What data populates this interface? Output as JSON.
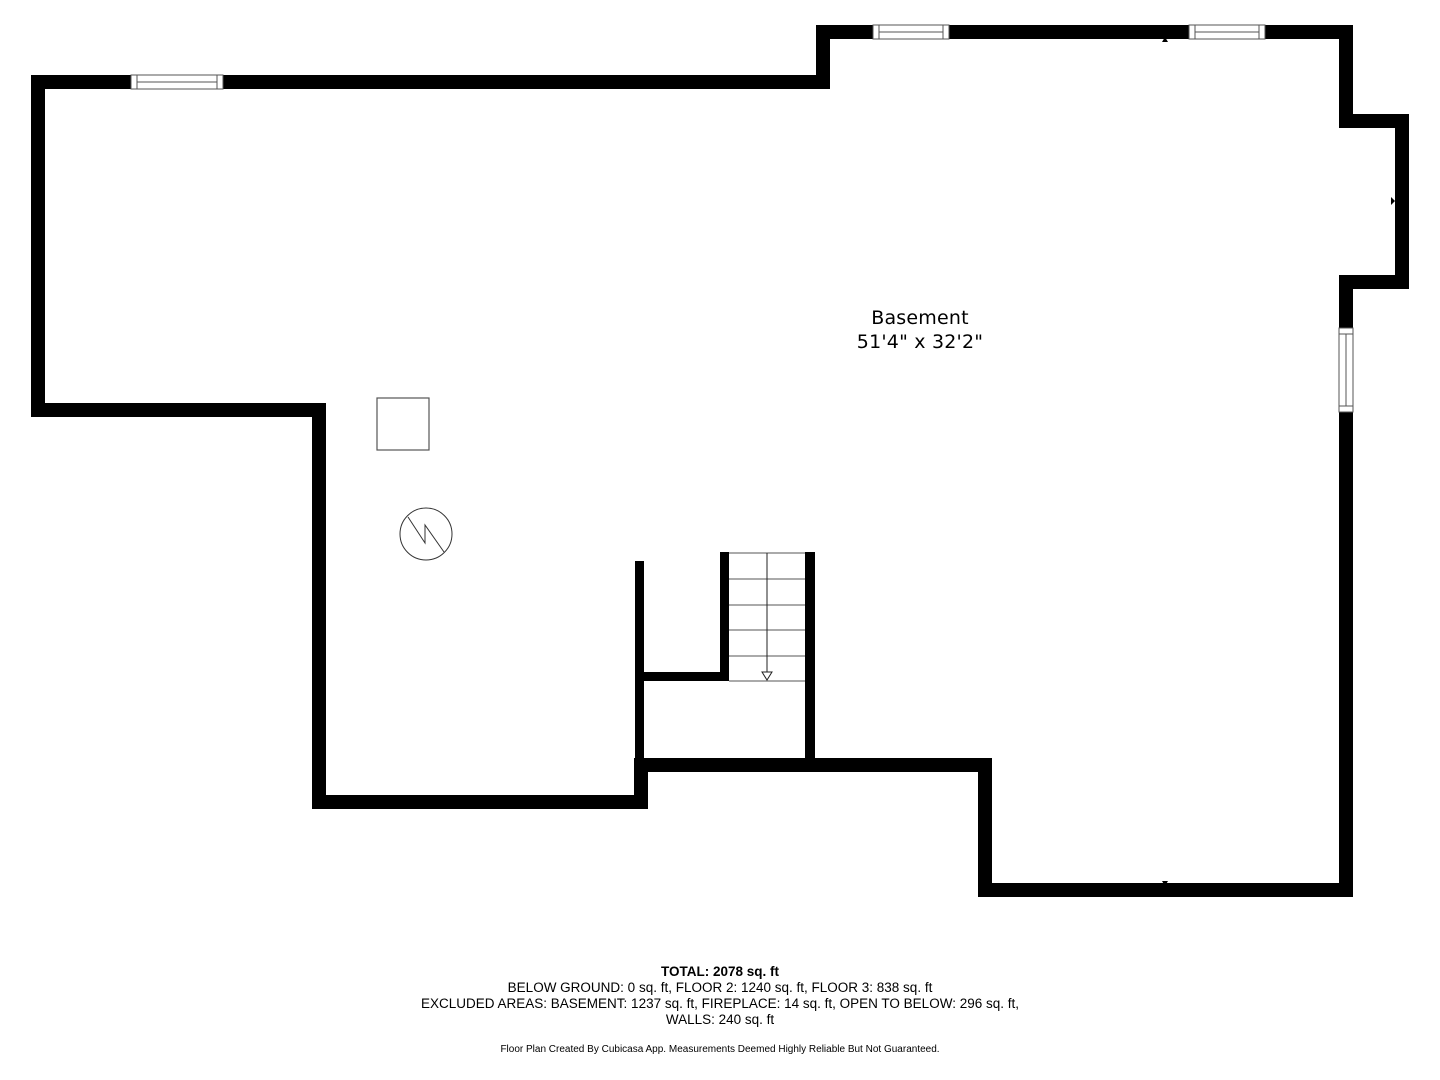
{
  "room": {
    "name": "Basement",
    "dimensions": "51'4\" x 32'2\""
  },
  "fixtures": [
    {
      "type": "utility-box",
      "icon": "square-outline"
    },
    {
      "type": "water-heater",
      "icon": "circle-with-zigzag"
    },
    {
      "type": "staircase",
      "direction": "down",
      "steps": 5
    }
  ],
  "summary": {
    "total": "TOTAL: 2078 sq. ft",
    "line1": "BELOW GROUND: 0 sq. ft, FLOOR 2: 1240 sq. ft, FLOOR 3: 838 sq. ft",
    "line2": "EXCLUDED AREAS: BASEMENT: 1237 sq. ft, FIREPLACE: 14 sq. ft, OPEN TO BELOW: 296 sq. ft,",
    "line3": "WALLS: 240 sq. ft",
    "footer": "Floor Plan Created By Cubicasa App. Measurements Deemed Highly Reliable But Not Guaranteed."
  },
  "colors": {
    "wall": "#000000",
    "background": "#ffffff",
    "fixture_line": "#555555"
  }
}
